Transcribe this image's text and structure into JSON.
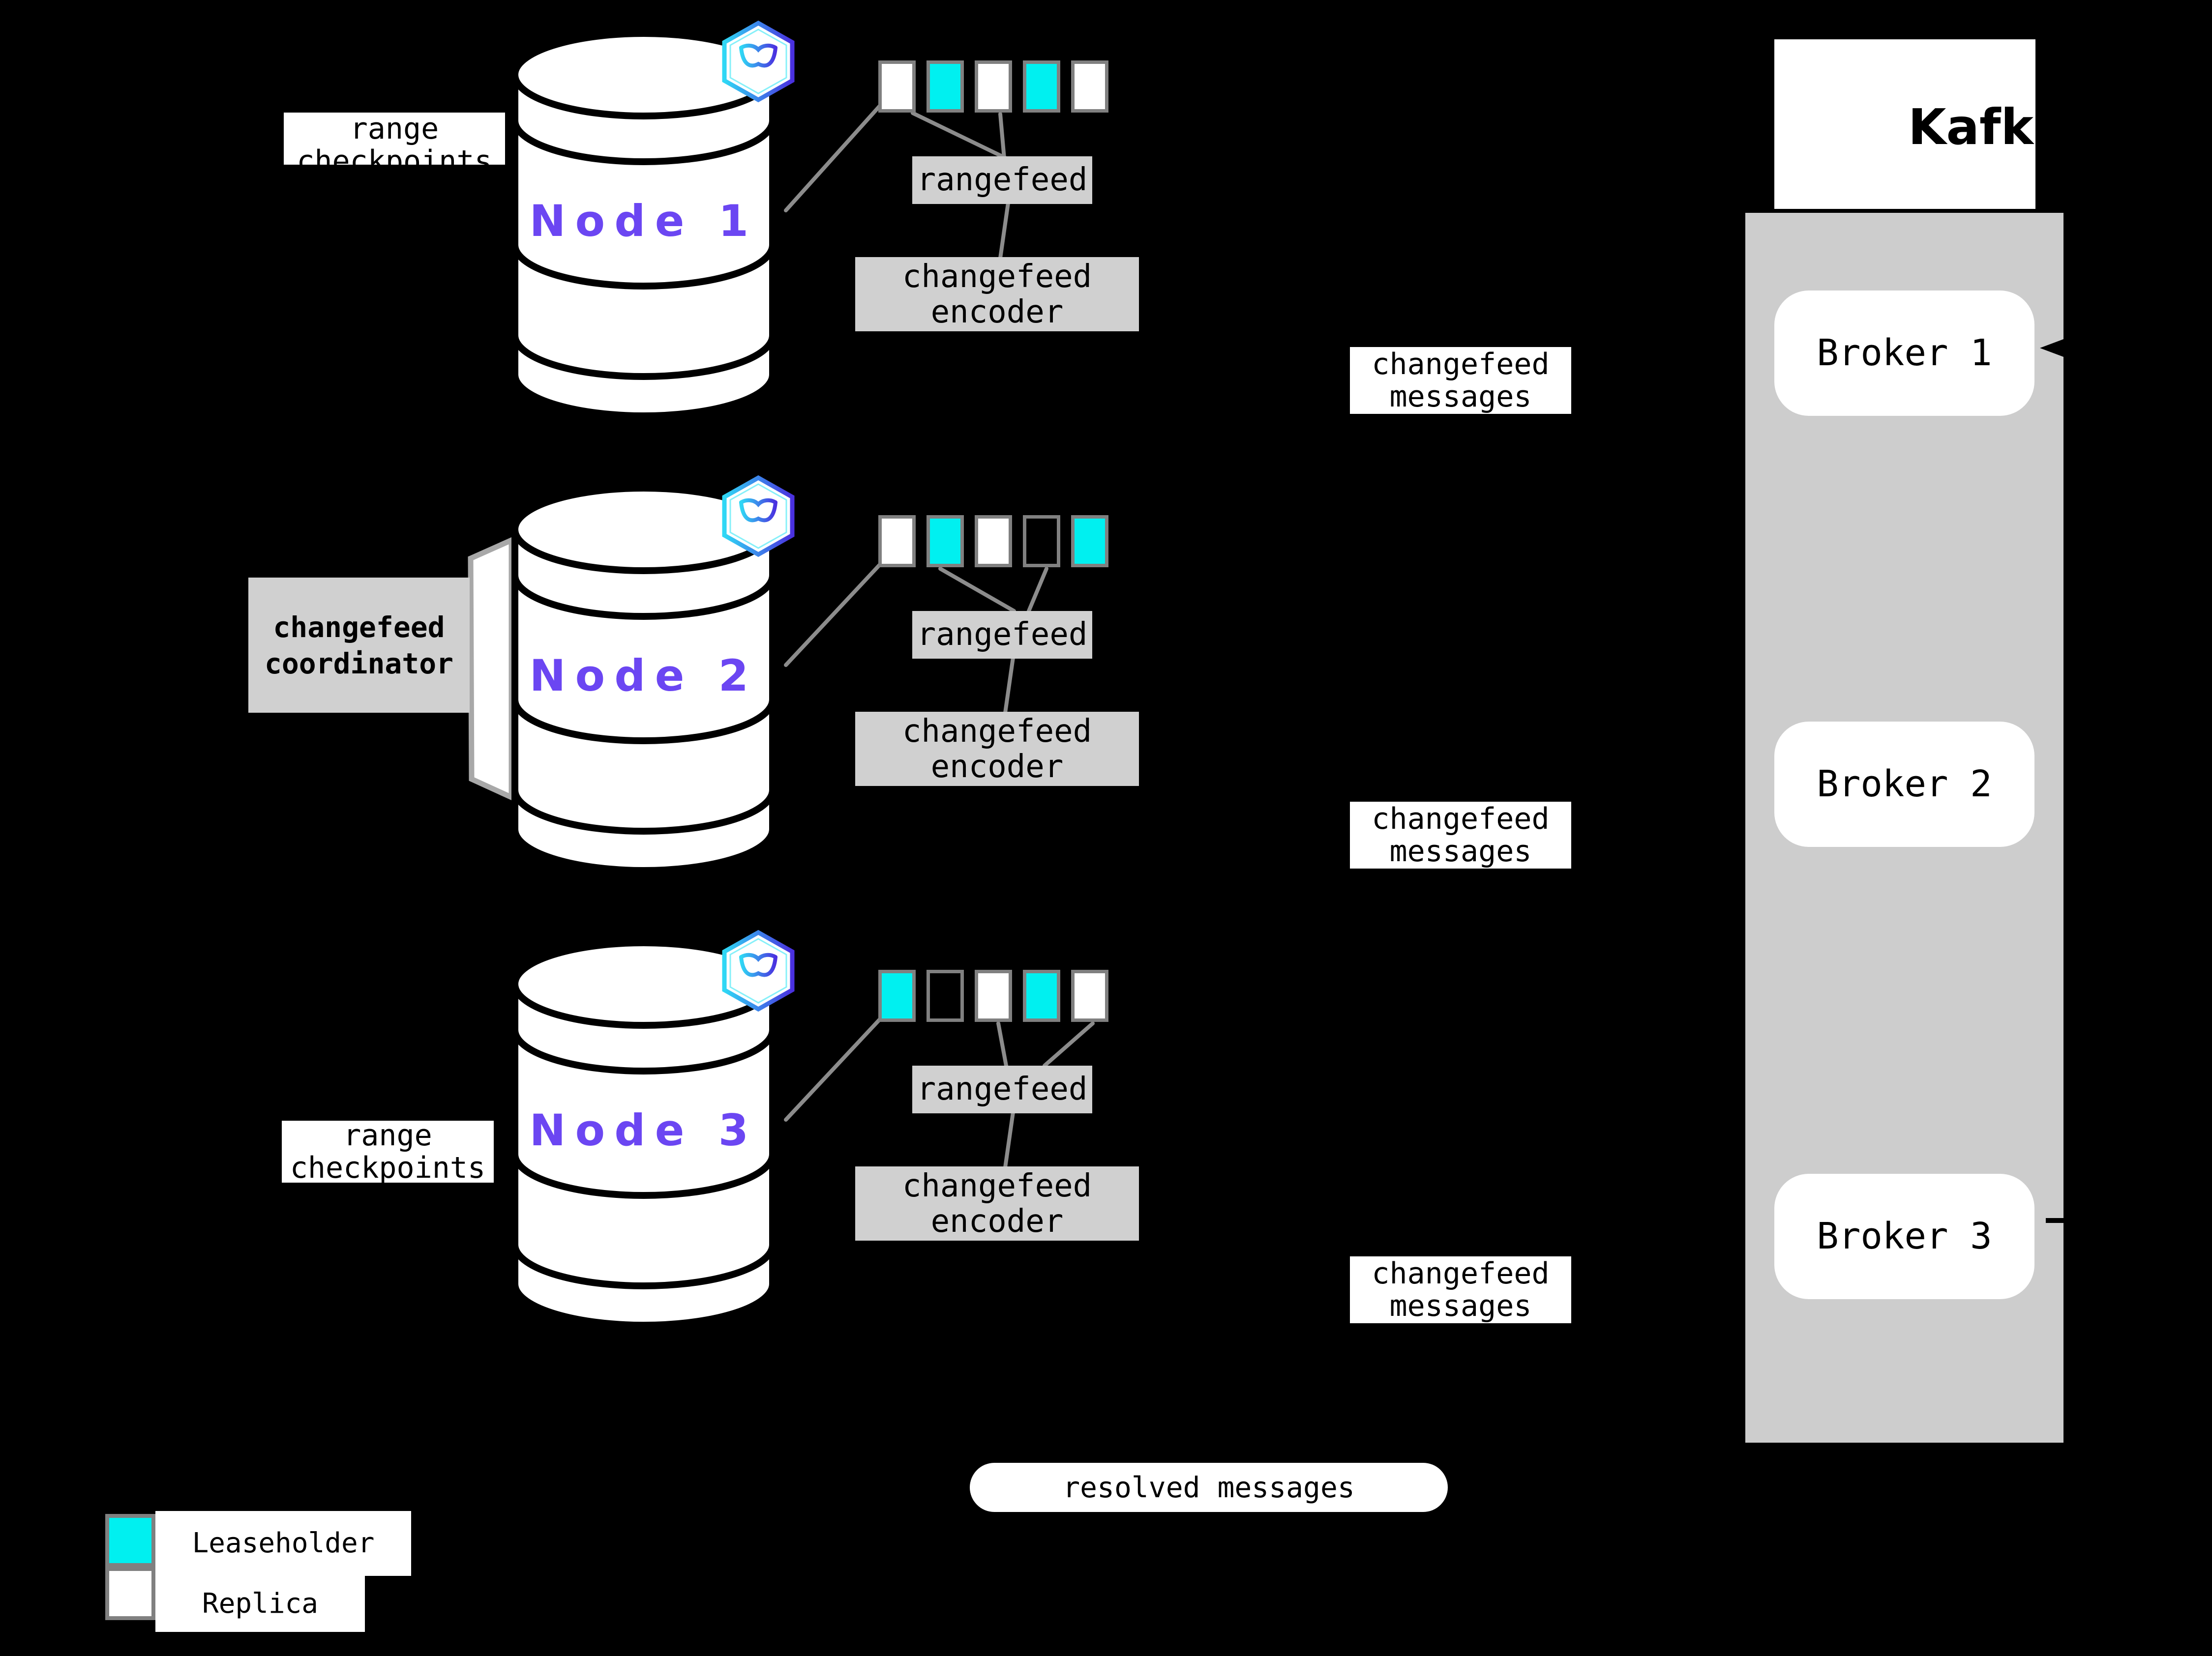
{
  "colors": {
    "leaseholder_teal": "#00f0f0",
    "replica_white": "#ffffff",
    "node_label_purple": "#6b46f2",
    "panel_gray": "#d0d0d0",
    "kafka_column_gray": "#cdcdcd",
    "connector_gray": "#8c8c8c",
    "range_border_gray": "#808080",
    "background": "#000000"
  },
  "nodes": [
    {
      "label": "Node 1",
      "ranges": [
        "replica",
        "leaseholder",
        "replica",
        "leaseholder",
        "replica"
      ]
    },
    {
      "label": "Node 2",
      "ranges": [
        "replica",
        "leaseholder",
        "replica",
        "empty",
        "leaseholder"
      ]
    },
    {
      "label": "Node 3",
      "ranges": [
        "leaseholder",
        "empty",
        "replica",
        "leaseholder",
        "replica"
      ]
    }
  ],
  "shared": {
    "rangefeed": "rangefeed",
    "encoder_line1": "changefeed",
    "encoder_line2": "encoder",
    "messages_line1": "changefeed",
    "messages_line2": "messages"
  },
  "annotations": {
    "range_checkpoints_top": {
      "line1": "range",
      "line2": "checkpoints"
    },
    "range_checkpoints_bottom": {
      "line1": "range",
      "line2": "checkpoints"
    },
    "coordinator": {
      "line1": "changefeed",
      "line2": "coordinator"
    },
    "resolved_messages": "resolved messages"
  },
  "kafka": {
    "logo_text": "Kafka",
    "brokers": [
      "Broker 1",
      "Broker 2",
      "Broker 3"
    ]
  },
  "legend": [
    {
      "label": "Leaseholder",
      "type": "leaseholder"
    },
    {
      "label": "Replica",
      "type": "replica"
    }
  ]
}
